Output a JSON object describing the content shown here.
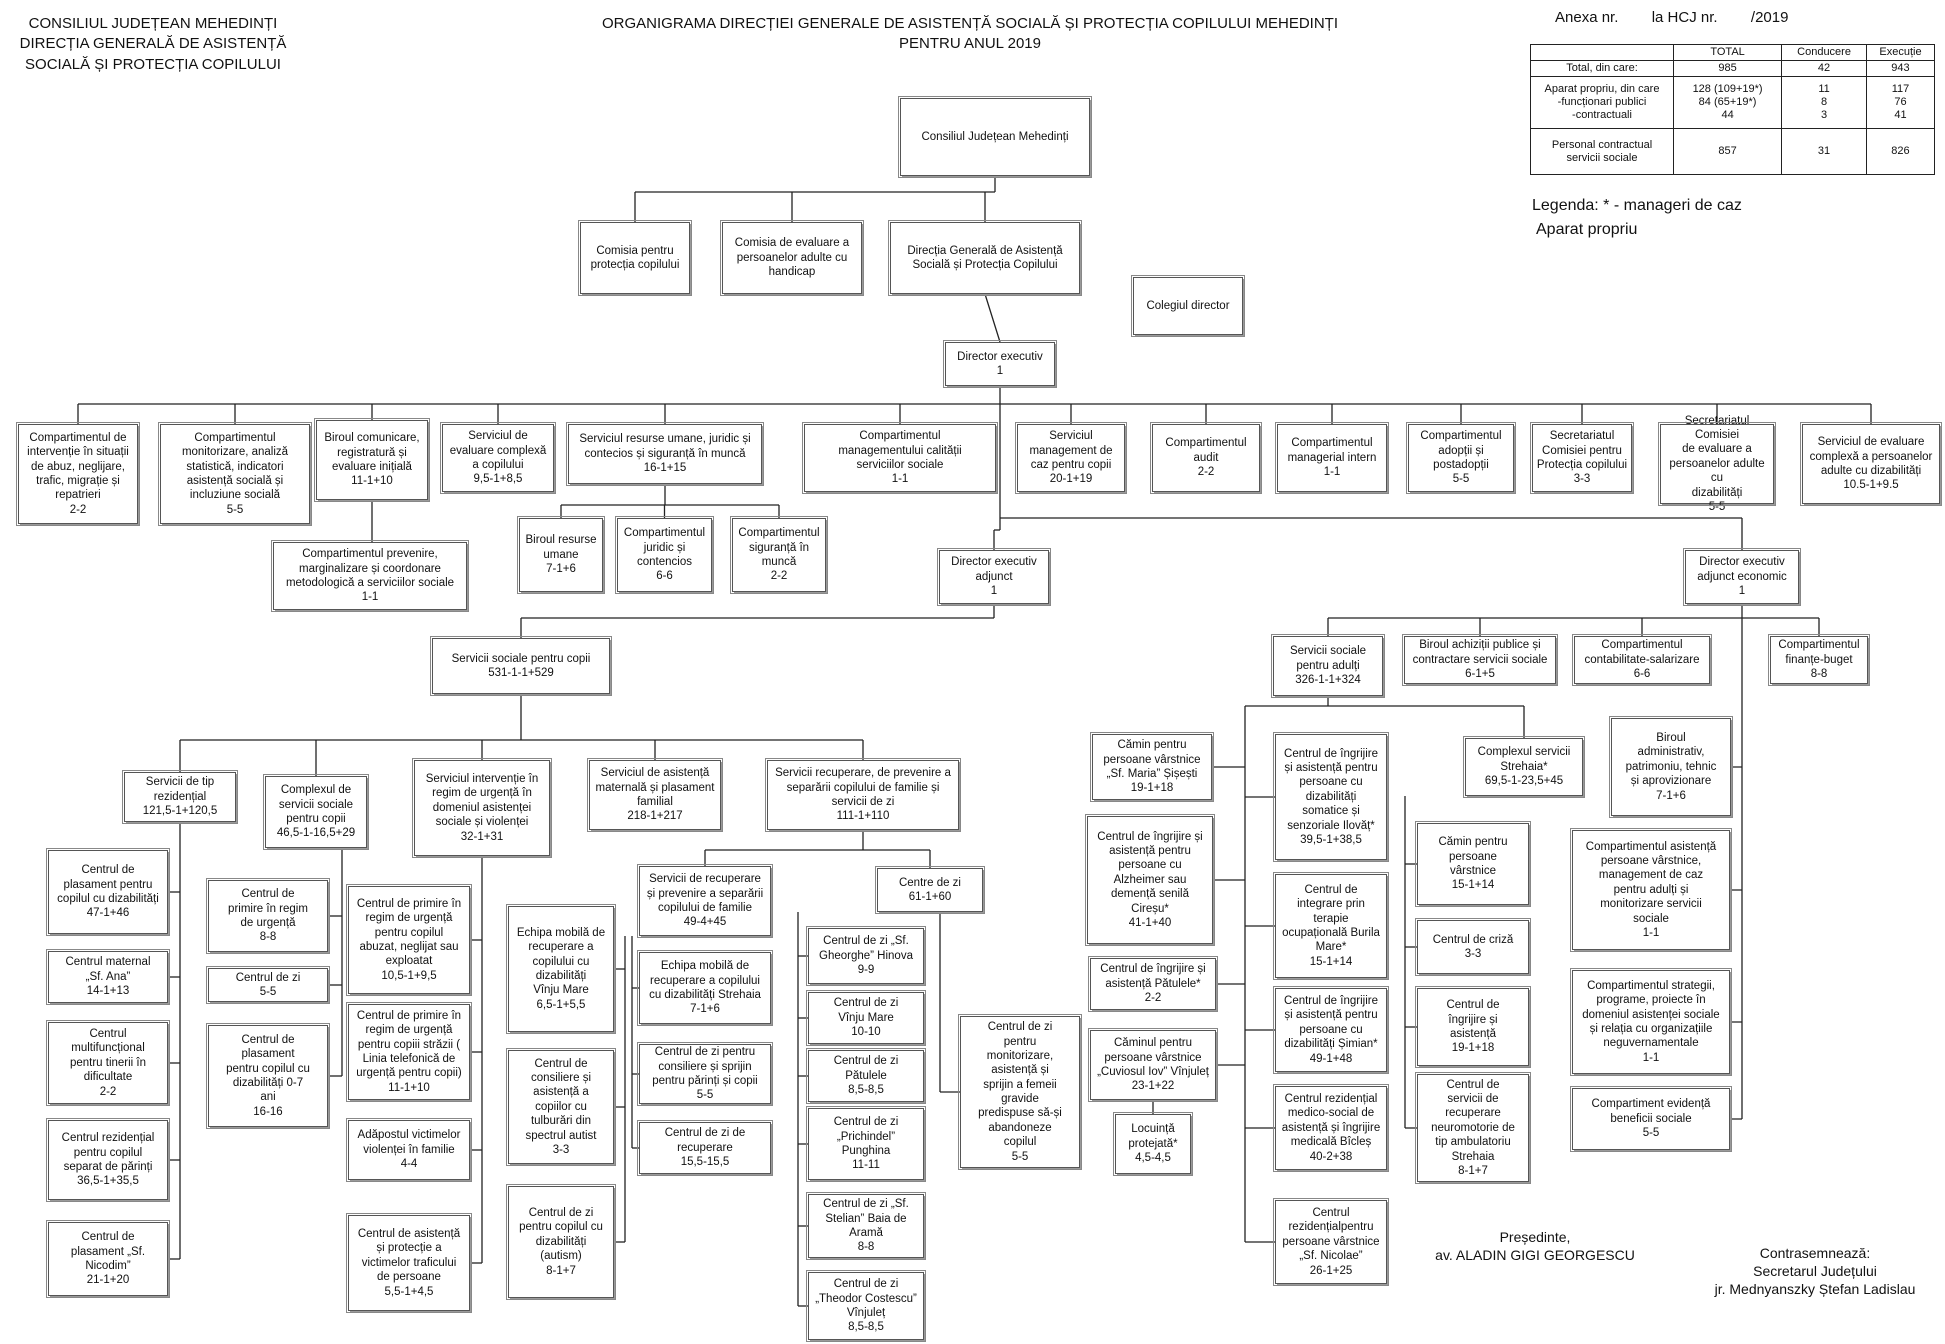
{
  "header": {
    "left": "CONSILIUL JUDEȚEAN MEHEDINȚI\nDIRECȚIA GENERALĂ DE ASISTENȚĂ\nSOCIALĂ ȘI PROTECȚIA COPILULUI",
    "center": "ORGANIGRAMA DIRECȚIEI GENERALE DE ASISTENȚĂ SOCIALĂ ȘI PROTECȚIA COPILULUI MEHEDINȚI\nPENTRU ANUL 2019",
    "annex": "Anexa nr.        la HCJ nr.        /2019"
  },
  "summary": {
    "headers": [
      "",
      "TOTAL",
      "Conducere",
      "Execuție"
    ],
    "rows": [
      [
        "Total, din care:",
        "985",
        "42",
        "943"
      ],
      [
        "Aparat propriu, din care\n-funcționari publici\n-contractuali",
        "128 (109+19*)\n84 (65+19*)\n44",
        "11\n8\n3",
        "117\n76\n41"
      ],
      [
        "Personal contractual\nservicii sociale",
        "857",
        "31",
        "826"
      ]
    ]
  },
  "legend": "Legenda: * - manageri de caz",
  "legend2": "Aparat propriu",
  "signatures": {
    "president": "Președinte,\nav. ALADIN GIGI GEORGESCU",
    "secretary": "Contrasemnează:\nSecretarul Județului\njr. Mednyanszky Ștefan Ladislau"
  },
  "nodes": [
    {
      "id": "cj",
      "label": "Consiliul Județean Mehedinți",
      "sub": ""
    },
    {
      "id": "cpc",
      "label": "Comisia pentru\nprotecția copilului",
      "sub": ""
    },
    {
      "id": "ceph",
      "label": "Comisia de evaluare a\npersoanelor adulte cu\nhandicap",
      "sub": ""
    },
    {
      "id": "dgaspc",
      "label": "Direcția Generală de Asistență\nSocială și Protecția Copilului",
      "sub": ""
    },
    {
      "id": "cd",
      "label": "Colegiul director",
      "sub": ""
    },
    {
      "id": "de",
      "label": "Director executiv",
      "sub": "1"
    },
    {
      "id": "ciaz",
      "label": "Compartimentul de\nintervenție în situații\nde abuz, neglijare,\ntrafic, migrație și\nrepatrieri",
      "sub": "2-2"
    },
    {
      "id": "cmon",
      "label": "Compartimentul\nmonitorizare, analiză\nstatistică, indicatori\nasistență socială și\nincluziune socială",
      "sub": "5-5"
    },
    {
      "id": "bcr",
      "label": "Biroul comunicare,\nregistratură și\nevaluare inițială",
      "sub": "11-1+10"
    },
    {
      "id": "cprev",
      "label": "Compartimentul prevenire,\nmarginalizare și coordonare\nmetodologică a serviciilor sociale",
      "sub": "1-1"
    },
    {
      "id": "sec",
      "label": "Serviciul de\nevaluare complexă\na copilului",
      "sub": "9,5-1+8,5"
    },
    {
      "id": "srj",
      "label": "Serviciul resurse umane, juridic și\ncontecios și siguranță în muncă",
      "sub": "16-1+15"
    },
    {
      "id": "bru",
      "label": "Biroul resurse\numane",
      "sub": "7-1+6"
    },
    {
      "id": "cjc",
      "label": "Compartimentul\njuridic și\ncontencios",
      "sub": "6-6"
    },
    {
      "id": "csm",
      "label": "Compartimentul\nsiguranță în\nmuncă",
      "sub": "2-2"
    },
    {
      "id": "cmc",
      "label": "Compartimentul\nmanagementului calității\nserviciilor sociale",
      "sub": "1-1"
    },
    {
      "id": "smc",
      "label": "Serviciul\nmanagement de\ncaz pentru copii",
      "sub": "20-1+19"
    },
    {
      "id": "caud",
      "label": "Compartimentul\naudit",
      "sub": "2-2"
    },
    {
      "id": "cmi",
      "label": "Compartimentul\nmanagerial intern",
      "sub": "1-1"
    },
    {
      "id": "cad",
      "label": "Compartimentul\nadopții și\npostadopții",
      "sub": "5-5"
    },
    {
      "id": "scpc",
      "label": "Secretariatul\nComisiei pentru\nProtecția copilului",
      "sub": "3-3"
    },
    {
      "id": "sceph",
      "label": "Secretariatul Comisiei\nde evaluare a\npersoanelor adulte cu\ndizabilități",
      "sub": "5-5"
    },
    {
      "id": "secad",
      "label": "Serviciul de evaluare\ncomplexă a persoanelor\nadulte cu dizabilități",
      "sub": "10.5-1+9.5"
    },
    {
      "id": "dea",
      "label": "Director executiv\nadjunct",
      "sub": "1"
    },
    {
      "id": "deae",
      "label": "Director executiv\nadjunct economic",
      "sub": "1"
    },
    {
      "id": "sspc",
      "label": "Servicii sociale pentru copii",
      "sub": "531-1-1+529"
    },
    {
      "id": "str",
      "label": "Servicii de tip\nrezidențial",
      "sub": "121,5-1+120,5"
    },
    {
      "id": "cpcd",
      "label": "Centrul de\nplasament pentru\ncopilul cu dizabilități",
      "sub": "47-1+46"
    },
    {
      "id": "cmsa",
      "label": "Centrul maternal\n„Sf. Ana”",
      "sub": "14-1+13"
    },
    {
      "id": "cmul",
      "label": "Centrul\nmultifuncțional\npentru tinerii în\ndificultate",
      "sub": "2-2"
    },
    {
      "id": "crps",
      "label": "Centrul rezidențial\npentru copilul\nseparat de părinți",
      "sub": "36,5-1+35,5"
    },
    {
      "id": "cpsn",
      "label": "Centrul de\nplasament „Sf.\nNicodim”",
      "sub": "21-1+20"
    },
    {
      "id": "csspc",
      "label": "Complexul de\nservicii sociale\npentru copii",
      "sub": "46,5-1-16,5+29"
    },
    {
      "id": "cpu",
      "label": "Centrul de\nprimire în regim\nde urgență",
      "sub": "8-8"
    },
    {
      "id": "czi",
      "label": "Centrul de zi",
      "sub": "5-5"
    },
    {
      "id": "cpcd07",
      "label": "Centrul de\nplasament\npentru copilul cu\ndizabilități 0-7\nani",
      "sub": "16-16"
    },
    {
      "id": "siru",
      "label": "Serviciul intervenție în\nregim de urgență în\ndomeniul asistenței\nsociale și violenței",
      "sub": "32-1+31"
    },
    {
      "id": "cpuab",
      "label": "Centrul de primire în\nregim de urgență\npentru copilul\nabuzat, neglijat sau\nexploatat",
      "sub": "10,5-1+9,5"
    },
    {
      "id": "cpust",
      "label": "Centrul de primire în\nregim de urgență\npentru copiii străzii (\nLinia telefonică de\nurgență pentru copii)",
      "sub": "11-1+10"
    },
    {
      "id": "avvf",
      "label": "Adăpostul victimelor\nviolenței în familie",
      "sub": "4-4"
    },
    {
      "id": "capvt",
      "label": "Centrul de asistență\nși protecție a\nvictimelor traficului\nde persoane",
      "sub": "5,5-1+4,5"
    },
    {
      "id": "samp",
      "label": "Serviciul de asistență\nmaternală și plasament\nfamilial",
      "sub": "218-1+217"
    },
    {
      "id": "srps",
      "label": "Servicii recuperare, de prevenire a\nseparării copilului de familie și\nservicii de zi",
      "sub": "111-1+110"
    },
    {
      "id": "srpsf",
      "label": "Servicii de recuperare\nși prevenire a separării\ncopilului de familie",
      "sub": "49-4+45"
    },
    {
      "id": "emvm",
      "label": "Echipa mobilă de\nrecuperare a\ncopilului cu\ndizabilități\nVînju Mare",
      "sub": "6,5-1+5,5"
    },
    {
      "id": "emst",
      "label": "Echipa mobilă de\nrecuperare a copilului\ncu dizabilități Strehaia",
      "sub": "7-1+6"
    },
    {
      "id": "ccsa",
      "label": "Centrul de\nconsiliere și\nasistență a\ncopiilor cu\ntulburări din\nspectrul autist",
      "sub": "3-3"
    },
    {
      "id": "czcs",
      "label": "Centrul de zi pentru\nconsiliere și sprijin\npentru părinți și copii",
      "sub": "5-5"
    },
    {
      "id": "czrec",
      "label": "Centrul de zi de\nrecuperare",
      "sub": "15,5-15,5"
    },
    {
      "id": "czaut",
      "label": "Centrul de zi\npentru copilul cu\ndizabilități\n(autism)",
      "sub": "8-1+7"
    },
    {
      "id": "cz",
      "label": "Centre de zi",
      "sub": "61-1+60"
    },
    {
      "id": "czsg",
      "label": "Centrul de zi „Sf.\nGheorghe” Hinova",
      "sub": "9-9"
    },
    {
      "id": "czvm",
      "label": "Centrul de zi\nVînju Mare",
      "sub": "10-10"
    },
    {
      "id": "czpa",
      "label": "Centrul de zi\nPătulele",
      "sub": "8,5-8,5"
    },
    {
      "id": "czpr",
      "label": "Centrul de zi\n„Prichindel”\nPunghina",
      "sub": "11-11"
    },
    {
      "id": "czss",
      "label": "Centrul de zi „Sf.\nStelian” Baia de\nAramă",
      "sub": "8-8"
    },
    {
      "id": "cztc",
      "label": "Centrul de zi\n„Theodor Costescu”\nVînjuleț",
      "sub": "8,5-8,5"
    },
    {
      "id": "czmon",
      "label": "Centrul de zi\npentru\nmonitorizare,\nasistență și\nsprijin a femeii\ngravide\npredispuse să-și\nabandoneze\ncopilul",
      "sub": "5-5"
    },
    {
      "id": "ssa",
      "label": "Servicii sociale\npentru adulți",
      "sub": "326-1-1+324"
    },
    {
      "id": "bap",
      "label": "Biroul achiziții publice și\ncontractare servicii sociale",
      "sub": "6-1+5"
    },
    {
      "id": "ccs",
      "label": "Compartimentul\ncontabilitate-salarizare",
      "sub": "6-6"
    },
    {
      "id": "cfb",
      "label": "Compartimentul\nfinanțe-buget",
      "sub": "8-8"
    },
    {
      "id": "cpvm",
      "label": "Cămin pentru\npersoane vârstnice\n„Sf. Maria” Șișești",
      "sub": "19-1+18"
    },
    {
      "id": "cialz",
      "label": "Centrul de îngrijire și\nasistență pentru\npersoane cu\nAlzheimer sau\ndemență senilă\nCireșu*",
      "sub": "41-1+40"
    },
    {
      "id": "ciap",
      "label": "Centrul de îngrijire și\nasistență Pătulele*",
      "sub": "2-2"
    },
    {
      "id": "cpvci",
      "label": "Căminul pentru\npersoane vârstnice\n„Cuviosul Iov” Vînjuleț",
      "sub": "23-1+22"
    },
    {
      "id": "lp",
      "label": "Locuință\nprotejată*",
      "sub": "4,5-4,5"
    },
    {
      "id": "ciail",
      "label": "Centrul de îngrijire\nși asistență pentru\npersoane cu\ndizabilități\nsomatice și\nsenzoriale Ilovăț*",
      "sub": "39,5-1+38,5"
    },
    {
      "id": "citb",
      "label": "Centrul de\nintegrare prin\nterapie\nocupațională Burila\nMare*",
      "sub": "15-1+14"
    },
    {
      "id": "ciasi",
      "label": "Centrul de îngrijire\nși asistență pentru\npersoane cu\ndizabilități Șimian*",
      "sub": "49-1+48"
    },
    {
      "id": "crmb",
      "label": "Centrul rezidențial\nmedico-social de\nasistență și îngrijire\nmedicală Bîcleș",
      "sub": "40-2+38"
    },
    {
      "id": "crsn",
      "label": "Centrul\nrezidențialpentru\npersoane vârstnice\n„Sf. Nicolae”",
      "sub": "26-1+25"
    },
    {
      "id": "css",
      "label": "Complexul servicii\nStrehaia*",
      "sub": "69,5-1-23,5+45"
    },
    {
      "id": "cpvs",
      "label": "Cămin pentru\npersoane\nvârstnice",
      "sub": "15-1+14"
    },
    {
      "id": "ccr",
      "label": "Centrul de criză",
      "sub": "3-3"
    },
    {
      "id": "cia",
      "label": "Centrul de\nîngrijire și\nasistență",
      "sub": "19-1+18"
    },
    {
      "id": "csrn",
      "label": "Centrul de\nservicii de\nrecuperare\nneuromotorie de\ntip ambulatoriu\nStrehaia",
      "sub": "8-1+7"
    },
    {
      "id": "badm",
      "label": "Biroul\nadministrativ,\npatrimoniu, tehnic\nși aprovizionare",
      "sub": "7-1+6"
    },
    {
      "id": "capv",
      "label": "Compartimentul asistență\npersoane vârstnice,\nmanagement de caz\npentru adulți și\nmonitorizare servicii\nsociale",
      "sub": "1-1"
    },
    {
      "id": "cstr",
      "label": "Compartimentul strategii,\nprograme, proiecte în\ndomeniul asistenței sociale\nși relația cu organizațiile\nneguvernamentale",
      "sub": "1-1"
    },
    {
      "id": "cebs",
      "label": "Compartiment evidență\nbeneficii sociale",
      "sub": "5-5"
    }
  ]
}
